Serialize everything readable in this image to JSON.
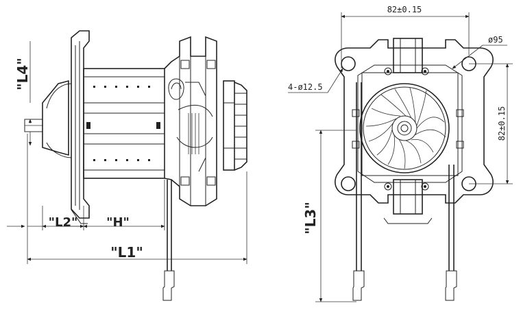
{
  "labels": {
    "L1": "\"L1\"",
    "L2": "\"L2\"",
    "L3": "\"L3\"",
    "L4": "\"L4\"",
    "H": "\"H\""
  },
  "dims": {
    "width_top": "82±0.15",
    "height_right": "82±0.15",
    "diameter": "ø95",
    "holes": "4-ø12.5"
  }
}
